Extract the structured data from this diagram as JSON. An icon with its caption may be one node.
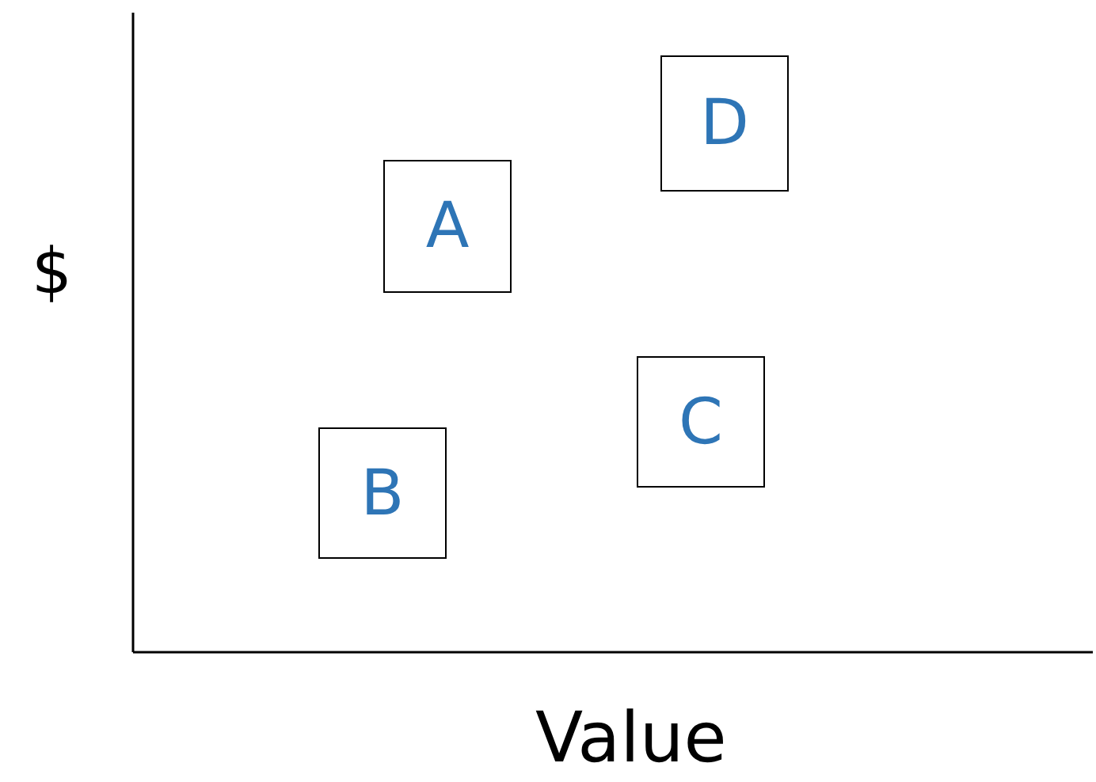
{
  "diagram": {
    "nodes": [
      {
        "text": [
          "D"
        ]
      },
      {
        "text": [
          "A"
        ]
      },
      {
        "text": [
          "C"
        ]
      },
      {
        "text": [
          "B"
        ]
      }
    ],
    "labels": [
      "$",
      "Value"
    ]
  }
}
